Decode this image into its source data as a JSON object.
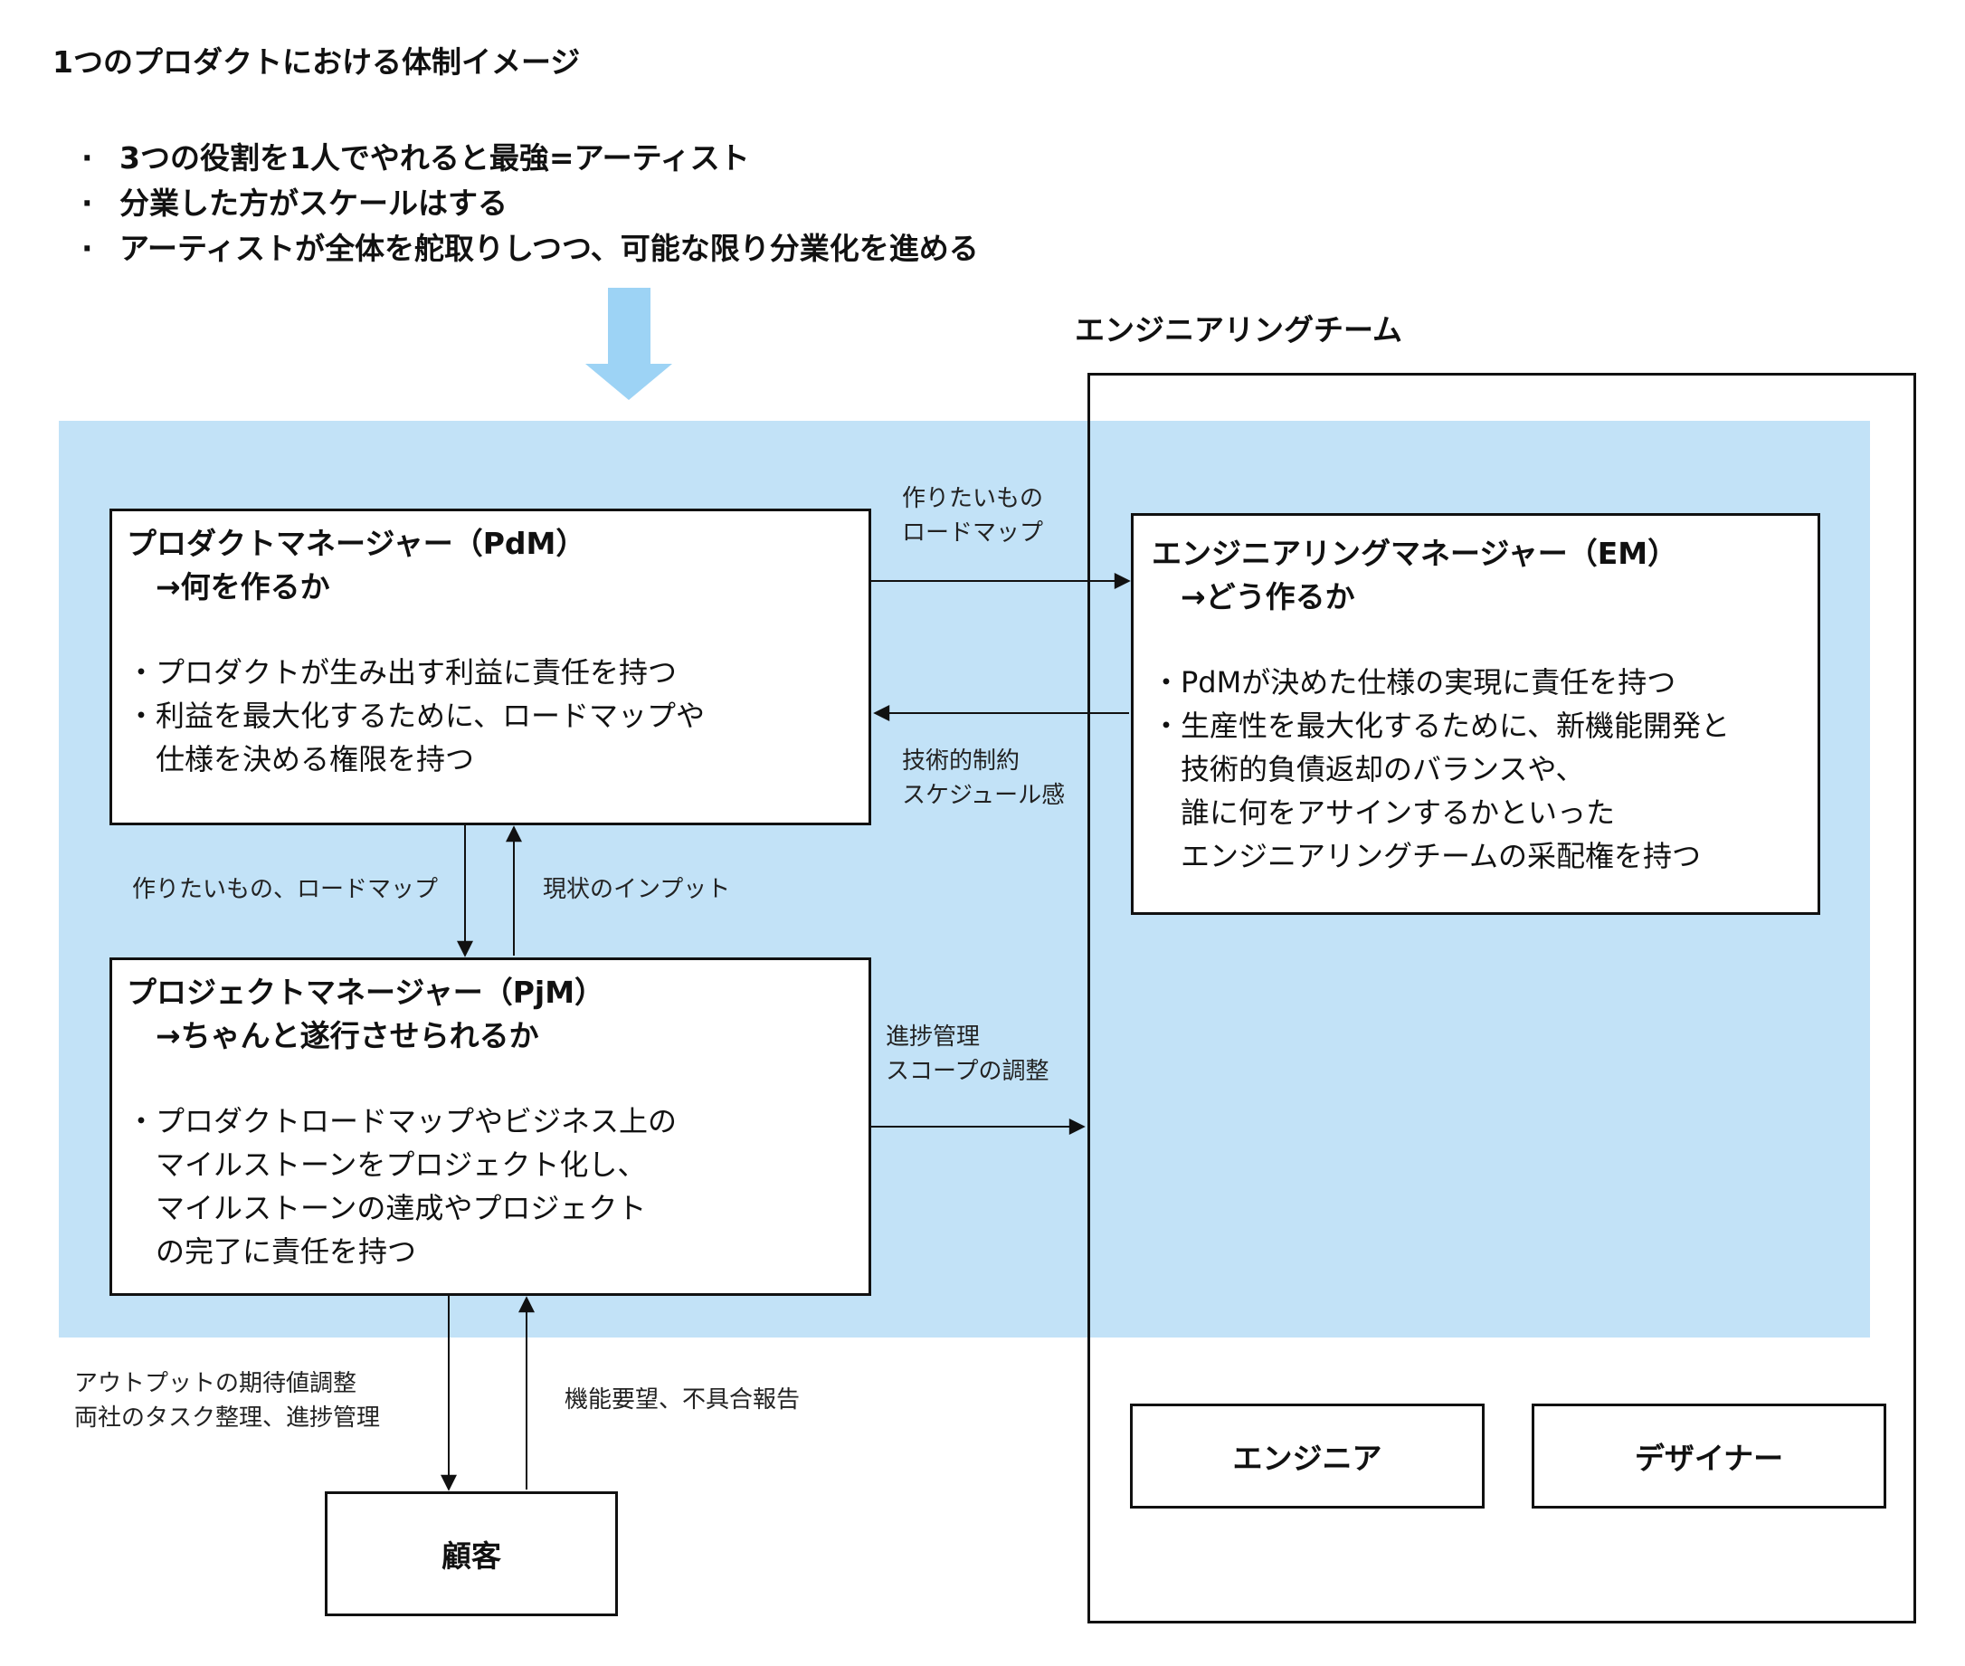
{
  "page_title": "1つのプロダクトにおける体制イメージ",
  "bullets": [
    "3つの役割を1人でやれると最強=アーティスト",
    "分業した方がスケールはする",
    "アーティストが全体を舵取りしつつ、可能な限り分業化を進める"
  ],
  "engineering_team": {
    "title": "エンジニアリングチーム"
  },
  "pdm": {
    "title": "プロダクトマネージャー（PdM）",
    "subtitle": "→何を作るか",
    "body": [
      "・プロダクトが生み出す利益に責任を持つ",
      "・利益を最大化するために、ロードマップや",
      "　仕様を決める権限を持つ"
    ]
  },
  "em": {
    "title": "エンジニアリングマネージャー（EM）",
    "subtitle": "→どう作るか",
    "body": [
      "・PdMが決めた仕様の実現に責任を持つ",
      "・生産性を最大化するために、新機能開発と",
      "　技術的負債返却のバランスや、",
      "　誰に何をアサインするかといった",
      "　エンジニアリングチームの采配権を持つ"
    ]
  },
  "pjm": {
    "title": "プロジェクトマネージャー（PjM）",
    "subtitle": "→ちゃんと遂行させられるか",
    "body": [
      "・プロダクトロードマップやビジネス上の",
      "　マイルストーンをプロジェクト化し、",
      "　マイルストーンの達成やプロジェクト",
      "　の完了に責任を持つ"
    ]
  },
  "customer": {
    "label": "顧客"
  },
  "engineer": {
    "label": "エンジニア"
  },
  "designer": {
    "label": "デザイナー"
  },
  "edge_labels": {
    "pdm_to_em": [
      "作りたいもの",
      "ロードマップ"
    ],
    "em_to_pdm": [
      "技術的制約",
      "スケジュール感"
    ],
    "pdm_to_pjm": "作りたいもの、ロードマップ",
    "pjm_to_pdm": "現状のインプット",
    "pjm_to_eng": [
      "進捗管理",
      "スコープの調整"
    ],
    "pjm_to_customer": [
      "アウトプットの期待値調整",
      "両社のタスク整理、進捗管理"
    ],
    "customer_to_pjm": "機能要望、不具合報告"
  },
  "colors": {
    "region_fill": "#c2e2f7",
    "big_arrow": "#9dd3f5",
    "line": "#111111"
  }
}
